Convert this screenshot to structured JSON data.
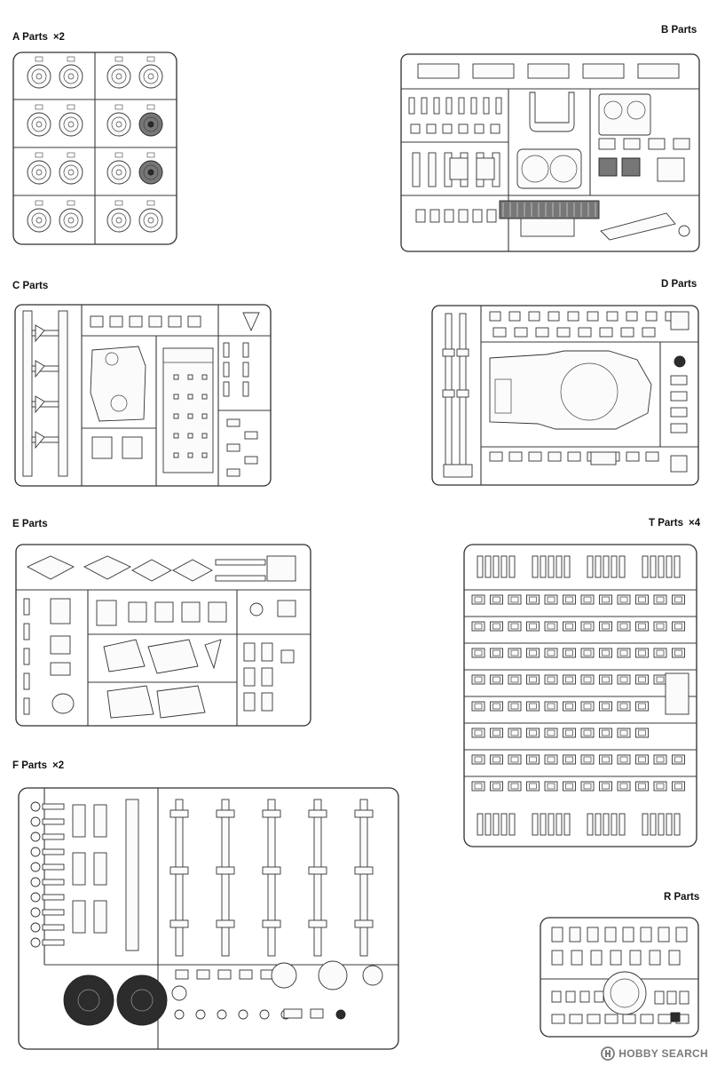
{
  "sprues": [
    {
      "id": "A",
      "label": "A Parts",
      "multiplier": "×2"
    },
    {
      "id": "B",
      "label": "B Parts",
      "multiplier": ""
    },
    {
      "id": "C",
      "label": "C Parts",
      "multiplier": ""
    },
    {
      "id": "D",
      "label": "D Parts",
      "multiplier": ""
    },
    {
      "id": "E",
      "label": "E Parts",
      "multiplier": ""
    },
    {
      "id": "T",
      "label": "T Parts",
      "multiplier": "×4"
    },
    {
      "id": "F",
      "label": "F Parts",
      "multiplier": "×2"
    },
    {
      "id": "R",
      "label": "R Parts",
      "multiplier": ""
    }
  ],
  "watermark": {
    "text": "HOBBY SEARCH",
    "icon": "hobby-search-logo-icon",
    "color": "#7a7a7a"
  }
}
